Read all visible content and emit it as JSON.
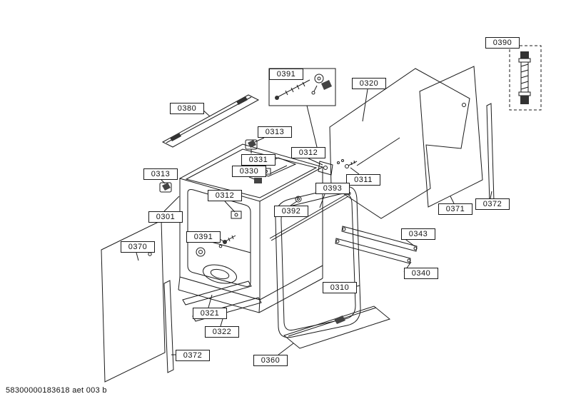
{
  "page": {
    "background": "#ffffff",
    "ink": "#1a1a1a",
    "footer_text": "58300000183618 aet 003 b"
  },
  "diagram": {
    "labels": [
      {
        "text": "0390"
      },
      {
        "text": "0391"
      },
      {
        "text": "0320"
      },
      {
        "text": "0380"
      },
      {
        "text": "0313"
      },
      {
        "text": "0312"
      },
      {
        "text": "0331"
      },
      {
        "text": "0330"
      },
      {
        "text": "0313"
      },
      {
        "text": "0311"
      },
      {
        "text": "0393"
      },
      {
        "text": "0312"
      },
      {
        "text": "0372"
      },
      {
        "text": "0371"
      },
      {
        "text": "0392"
      },
      {
        "text": "0301"
      },
      {
        "text": "0343"
      },
      {
        "text": "0391"
      },
      {
        "text": "0370"
      },
      {
        "text": "0340"
      },
      {
        "text": "0310"
      },
      {
        "text": "0321"
      },
      {
        "text": "0322"
      },
      {
        "text": "0372"
      },
      {
        "text": "0360"
      }
    ]
  }
}
